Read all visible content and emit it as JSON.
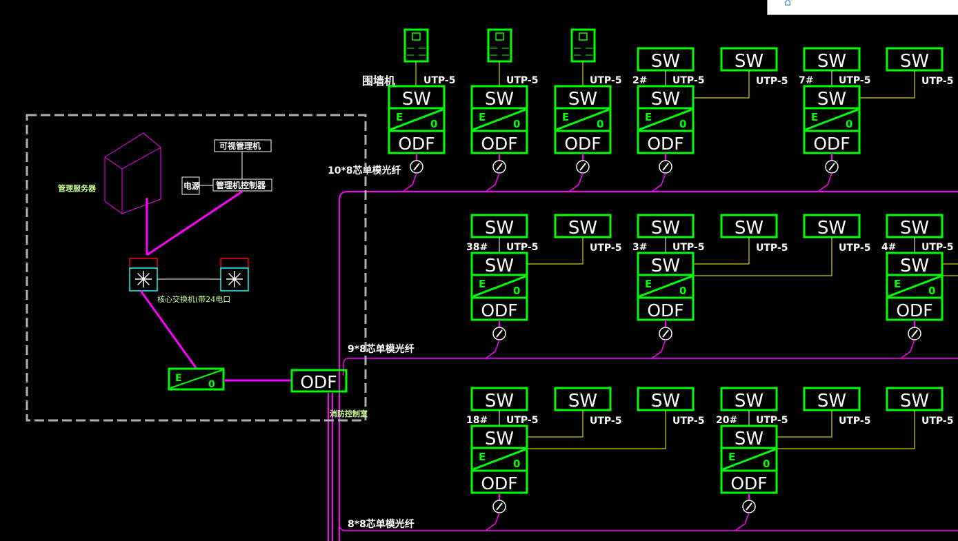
{
  "colors": {
    "box": "#00ff00",
    "fiber": "#ff00ff",
    "utp": "#ffff00",
    "text": "#ffffff",
    "label": "#ccff99",
    "frame": "#b0b0b0"
  },
  "control_room": {
    "server_label": "管理服务器",
    "visual_pc": "可视管理机",
    "power": "电源",
    "controller": "管理机控制器",
    "core_switch_label": "核心交换机(带24电口",
    "converter_e": "E",
    "converter_o": "0",
    "odf": "ODF",
    "room_label": "消防控制室"
  },
  "fiber_labels": [
    "10*8芯单模光纤",
    "9*8芯单模光纤",
    "8*8芯单模光纤"
  ],
  "wall_machine_label": "围墙机",
  "unit": {
    "sw": "SW",
    "e": "E",
    "o": "0",
    "odf": "ODF"
  },
  "utp": "UTP-5",
  "unit_tags": [
    "",
    "",
    "",
    "2#",
    "7#",
    "38#",
    "3#",
    "4#",
    "18#",
    "20#"
  ],
  "top_panel_icon": "home-icon"
}
